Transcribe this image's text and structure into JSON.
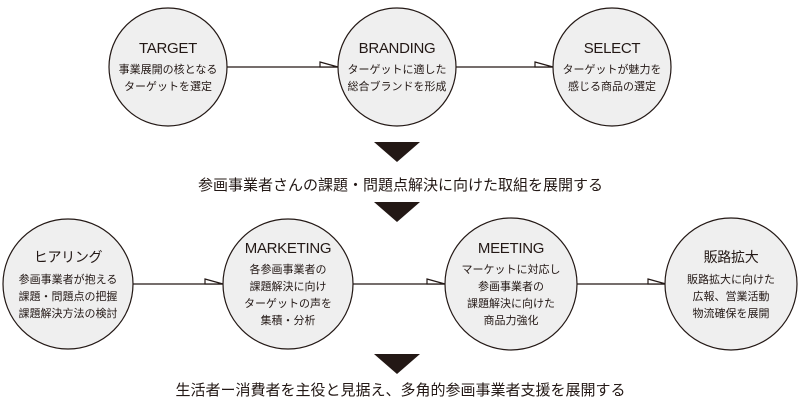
{
  "top_nodes": [
    {
      "title": "TARGET",
      "lines": [
        "事業展開の核となる",
        "ターゲットを選定"
      ]
    },
    {
      "title": "BRANDING",
      "lines": [
        "ターゲットに適した",
        "総合ブランドを形成"
      ]
    },
    {
      "title": "SELECT",
      "lines": [
        "ターゲットが魅力を",
        "感じる商品の選定"
      ]
    }
  ],
  "middle_statement": "参画事業者さんの課題・問題点解決に向けた取組を展開する",
  "bottom_nodes": [
    {
      "title": "ヒアリング",
      "lines": [
        "参画事業者が抱える",
        "課題・問題点の把握",
        "課題解決方法の検討"
      ]
    },
    {
      "title": "MARKETING",
      "lines": [
        "各参画事業者の",
        "課題解決に向け",
        "ターゲットの声を",
        "集積・分析"
      ]
    },
    {
      "title": "MEETING",
      "lines": [
        "マーケットに対応し",
        "参画事業者の",
        "課題解決に向けた",
        "商品力強化"
      ]
    },
    {
      "title": "販路拡大",
      "lines": [
        "販路拡大に向けた",
        "広報、営業活動",
        "物流確保を展開"
      ]
    }
  ],
  "final_statement": "生活者ー消費者を主役と見据え、多角的参画事業者支援を展開する",
  "colors": {
    "ink": "#231815",
    "circle_fill": "#efefef"
  }
}
